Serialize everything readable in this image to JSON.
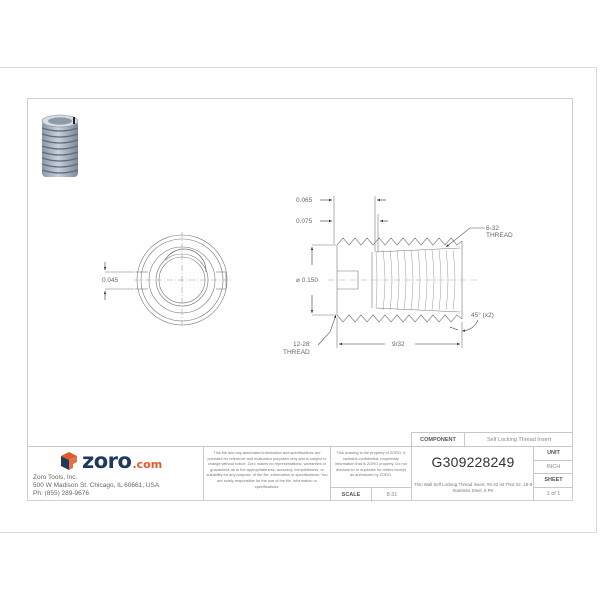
{
  "drawing": {
    "dimensions": {
      "slot_width_end": "0.065",
      "slot_depth": "0.075",
      "slot_width_end_view": "0.045",
      "diameter": "⌀ 0.150",
      "internal_thread": "6-32",
      "internal_thread_label": "THREAD",
      "external_thread": "12-28",
      "external_thread_label": "THREAD",
      "length": "9/32",
      "chamfer": "45° (x2)"
    },
    "views": [
      "isometric-view",
      "end-view",
      "side-view"
    ]
  },
  "title_block": {
    "logo": {
      "brand": "zoro",
      "suffix": ".com",
      "icon": "zoro-cube-icon",
      "colors": {
        "orange": "#e2572b",
        "navy": "#1e3b5c"
      }
    },
    "company": "Zoro Tools, Inc.",
    "address": "500 W Madison St. Chicago, IL 60661, USA",
    "phone": "Ph: (855) 289-9676",
    "disclaimer": "This file and any associated information and specifications are provided for reference and evaluation purposes only and is subject to change without notice. Zoro makes no representations, warranties or guarantees as to the appropriateness, accuracy, completeness, or suitability for any purpose, of the file, information or specifications. You are solely responsible for the use of the file, information or specifications.",
    "property_notice": "This drawing is the property of ZORO. It contains confidential, proprietary information that is ZORO property. Do not disclose to or duplicate for others except as authorized by ZORO.",
    "scale_label": "SCALE",
    "scale_value": "8:31",
    "component_label": "COMPONENT",
    "component_value": "Self Locking Thread Insert",
    "part_number": "G309228249",
    "part_description": "Thin Wall Self Locking Thread Insert, #6-32 Int Thrd Sz, 18-8 Stainless Steel, 5 PK",
    "unit_label": "UNIT",
    "unit_value": "INCH",
    "sheet_label": "SHEET",
    "sheet_value": "1 of 1"
  }
}
